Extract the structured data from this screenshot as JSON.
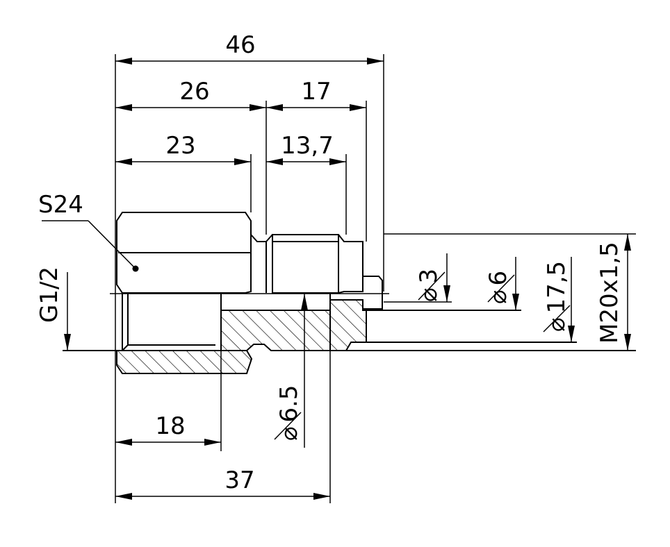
{
  "dimensions": {
    "d46": "46",
    "d26": "26",
    "d17": "17",
    "d23": "23",
    "d13_7": "13,7",
    "d18": "18",
    "d37": "37",
    "dia3": "3",
    "dia6": "6",
    "dia17_5": "17,5",
    "dia6_5": "6.5"
  },
  "labels": {
    "wrench_size": "S24",
    "left_thread": "G1/2",
    "right_thread": "M20x1,5"
  },
  "symbols": {
    "diameter": "⌀"
  }
}
